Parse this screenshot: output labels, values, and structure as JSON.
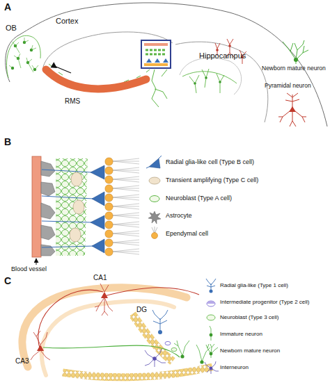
{
  "diagram": {
    "nodes": [
      {
        "text": [
          "RMS"
        ]
      }
    ],
    "labels": [
      "A",
      "OB",
      "Cortex",
      "Hippocampus",
      "B",
      "Blood vessel",
      "C",
      "CA1",
      "CA3",
      "DG"
    ],
    "legend": [
      {
        "text": "Newborn mature neuron"
      },
      {
        "text": "Pyramidal neuron"
      },
      {
        "text": "Radial glia-like cell (Type B cell)"
      },
      {
        "text": "Transient amplifying (Type C cell)"
      },
      {
        "text": "Neuroblast (Type A cell)"
      },
      {
        "text": "Astrocyte"
      },
      {
        "text": "Ependymal cell"
      },
      {
        "text": "Radial glia-like (Type 1 cell)"
      },
      {
        "text": "Intermediate progenitor (Type 2 cell)"
      },
      {
        "text": "Neuroblast (Type 3 cell)"
      },
      {
        "text": "Immature neuron"
      },
      {
        "text": "Newborn mature neuron"
      },
      {
        "text": "Interneuron"
      }
    ]
  }
}
